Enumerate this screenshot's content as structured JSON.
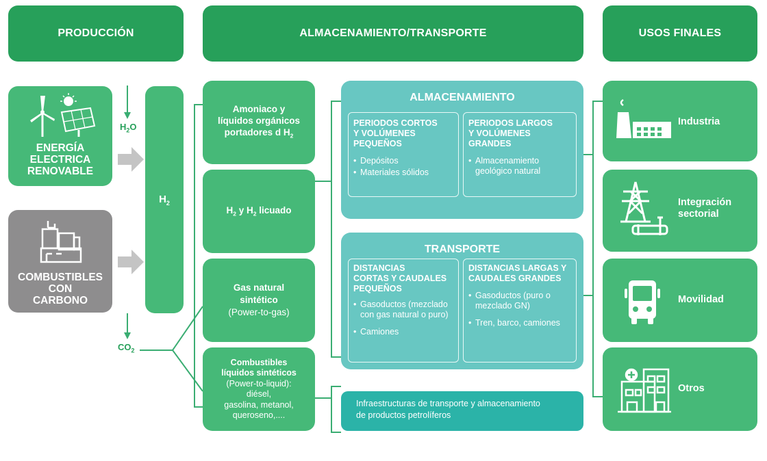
{
  "headers": {
    "produccion": "PRODUCCIÓN",
    "almacenamiento_transporte": "ALMACENAMIENTO/TRANSPORTE",
    "usos_finales": "USOS FINALES"
  },
  "sources": {
    "renovable": [
      "ENERGÍA",
      "ELECTRICA",
      "RENOVABLE"
    ],
    "carbono": [
      "COMBUSTIBLES",
      "CON",
      "CARBONO"
    ]
  },
  "h2o_label": "H",
  "h2o_sub": "2",
  "h2o_suffix": "O",
  "co2_label": "CO",
  "co2_sub": "2",
  "h2_label": "H",
  "h2_sub": "2",
  "carriers": {
    "amoniaco": {
      "line1": "Amoniaco y",
      "line2": "líquidos orgánicos",
      "line3": "portadores d H",
      "sub": "2"
    },
    "h2_licuado": {
      "a": "H",
      "a_sub": "2",
      "mid": " y H",
      "b_sub": "2",
      "end": " licuado"
    },
    "gas_natural": {
      "line1": "Gas natural",
      "line2": "sintético",
      "line3": "(Power-to-gas)"
    },
    "combustibles": {
      "line1": "Combustibles",
      "line2": "líquidos sintéticos",
      "line3": "(Power-to-liquid):",
      "line4": "diésel,",
      "line5": "gasolina, metanol,",
      "line6": "queroseno,...."
    }
  },
  "almacenamiento": {
    "title": "ALMACENAMIENTO",
    "cortos": {
      "title": [
        "PERIODOS CORTOS",
        "Y VOLÚMENES",
        "PEQUEÑOS"
      ],
      "items": [
        "Depósitos",
        "Materiales sólidos"
      ]
    },
    "largos": {
      "title": [
        "PERIODOS LARGOS",
        "Y VOLÚMENES",
        "GRANDES"
      ],
      "items": [
        "Almacenamiento geológico natural"
      ]
    }
  },
  "transporte": {
    "title": "TRANSPORTE",
    "cortas": {
      "title": [
        "DISTANCIAS",
        "CORTAS Y CAUDALES",
        "PEQUEÑOS"
      ],
      "items": [
        "Gasoductos (mezclado con gas natural o puro)",
        "Camiones"
      ]
    },
    "largas": {
      "title": [
        "DISTANCIAS LARGAS Y",
        "CAUDALES GRANDES"
      ],
      "items": [
        "Gasoductos (puro o mezclado GN)",
        "Tren, barco, camiones"
      ]
    }
  },
  "infraestructuras": [
    "Infraestructuras de transporte y almacenamiento",
    "de productos petrolíferos"
  ],
  "usos": {
    "industria": [
      "Industria"
    ],
    "integracion": [
      "Integración",
      "sectorial"
    ],
    "movilidad": [
      "Movilidad"
    ],
    "otros": [
      "Otros"
    ]
  },
  "icons": [
    "wind-solar-icon",
    "factory-icon",
    "industry-icon",
    "power-tower-icon",
    "bus-icon",
    "hospital-building-icon"
  ],
  "colors": {
    "dark_green": "#27a05a",
    "medium_green": "#46b978",
    "gray": "#8e8d8e",
    "teal_light": "#68c7c2",
    "teal_dark": "#2bb3a8"
  }
}
